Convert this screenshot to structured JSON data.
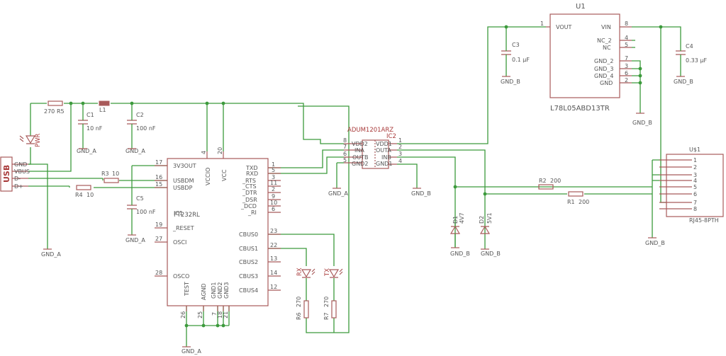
{
  "chip_ft": {
    "ref": "IC1",
    "name": "FT232RL",
    "pins_left": [
      "3V3OUT",
      "USBDM",
      "USBDP",
      "_RESET",
      "OSCI",
      "OSCO"
    ],
    "pins_left_nums": [
      "17",
      "16",
      "15",
      "19",
      "27",
      "28"
    ],
    "pins_right": [
      "TXD",
      "RXD",
      "_RTS",
      "_CTS",
      "_DTR",
      "_DSR",
      "_DCD",
      "_RI",
      "CBUS0",
      "CBUS1",
      "CBUS2",
      "CBUS3",
      "CBUS4"
    ],
    "pins_right_nums": [
      "1",
      "5",
      "3",
      "11",
      "2",
      "9",
      "10",
      "6",
      "23",
      "22",
      "13",
      "14",
      "12"
    ],
    "pins_top": [
      "VCCIO",
      "VCC"
    ],
    "pins_top_nums": [
      "4",
      "20"
    ],
    "pins_bottom": [
      "TEST",
      "AGND",
      "GND1",
      "GND2",
      "GND3"
    ],
    "pins_bottom_nums": [
      "26",
      "25",
      "7",
      "18",
      "21"
    ]
  },
  "chip_iso": {
    "ref": "IC2",
    "name": "ADUM1201ARZ",
    "pins_left": [
      "VDD2",
      "INA",
      "OUTB",
      "GND2"
    ],
    "pins_left_nums": [
      "8",
      "7",
      "6",
      "5"
    ],
    "pins_right": [
      "VDD1",
      "OUTA",
      "INB",
      "GND1"
    ],
    "pins_right_nums": [
      "1",
      "2",
      "3",
      "4"
    ]
  },
  "chip_reg": {
    "ref": "U1",
    "name": "L78L05ABD13TR",
    "pins_left": [
      "VOUT"
    ],
    "pins_left_nums": [
      "1"
    ],
    "pins_right": [
      "VIN",
      "NC_2",
      "NC",
      "GND_2",
      "GND_3",
      "GND_4",
      "GND"
    ],
    "pins_right_nums": [
      "8",
      "4",
      "5",
      "7",
      "3",
      "6",
      "2"
    ]
  },
  "conn_rj45": {
    "ref": "U$1",
    "name": "RJ45-8PTH",
    "pins": [
      "1",
      "2",
      "3",
      "4",
      "5",
      "6",
      "7",
      "8"
    ]
  },
  "conn_usb": {
    "title": "USB",
    "pins": [
      "GND",
      "VBUS",
      "D-",
      "D+"
    ]
  },
  "parts": {
    "r5": {
      "value": "270",
      "ref": "R5"
    },
    "l1": {
      "ref": "L1"
    },
    "c1": {
      "ref": "C1",
      "value": "10 nF"
    },
    "c2": {
      "ref": "C2",
      "value": "100 nF"
    },
    "c3": {
      "ref": "C3",
      "value": "0.1 µF"
    },
    "c4": {
      "ref": "C4",
      "value": "0.33 µF"
    },
    "c5": {
      "ref": "C5",
      "value": "100 nF"
    },
    "r3": {
      "ref": "R3",
      "value": "10"
    },
    "r4": {
      "ref": "R4",
      "value": "10"
    },
    "r2": {
      "ref": "R2",
      "value": "200"
    },
    "r1": {
      "ref": "R1",
      "value": "200"
    },
    "r6": {
      "ref": "R6",
      "value": "270"
    },
    "r7": {
      "ref": "R7",
      "value": "270"
    },
    "d1": {
      "ref": "D1",
      "value": "4V7"
    },
    "d2": {
      "ref": "D2",
      "value": "5V1"
    },
    "led_pwr": {
      "ref": "PWR"
    },
    "led_rx": {
      "ref": "RX"
    },
    "led_tx": {
      "ref": "TX"
    }
  },
  "grounds": {
    "gnd_a": "GND_A",
    "gnd_b": "GND_B"
  },
  "colors": {
    "wire": "#3c9a3c",
    "part": "#a85a5a",
    "text": "#555555",
    "ref": "#a83a3a"
  }
}
